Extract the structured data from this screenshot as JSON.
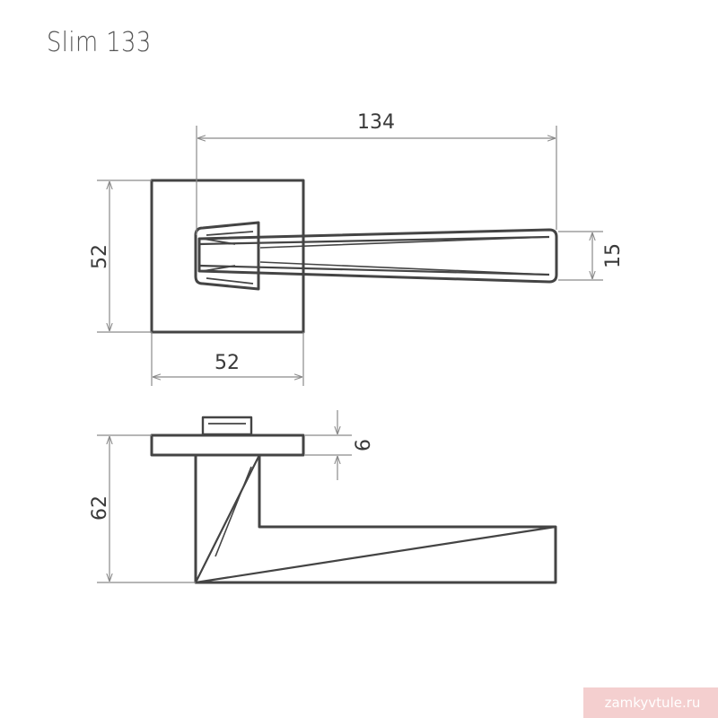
{
  "title": "Slim 133",
  "dimensions": {
    "handle_length": "134",
    "rose_height": "52",
    "rose_width": "52",
    "lever_thickness": "15",
    "rose_thickness": "6",
    "projection": "62"
  },
  "watermark": "zamkyvtule.ru",
  "colors": {
    "line": "#444444",
    "dimension": "#8a8a8a",
    "watermark_bg": "#f4cfcf"
  }
}
